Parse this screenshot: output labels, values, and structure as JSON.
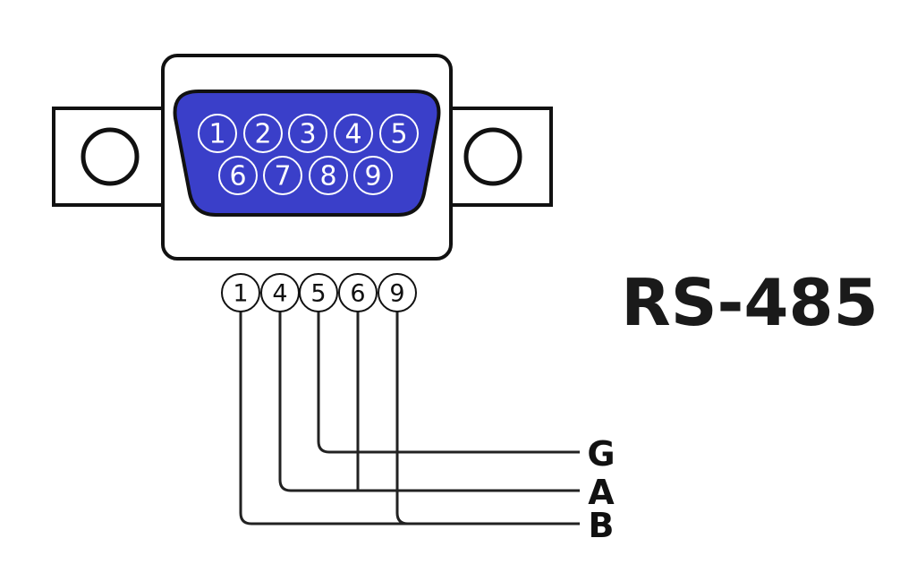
{
  "title": "RS-485",
  "connector": {
    "top_row_pins": [
      "1",
      "2",
      "3",
      "4",
      "5"
    ],
    "bottom_row_pins": [
      "6",
      "7",
      "8",
      "9"
    ],
    "body_color": "#3A3FC9"
  },
  "wired_pins": [
    "1",
    "4",
    "5",
    "6",
    "9"
  ],
  "signals": [
    {
      "label": "G",
      "pins": [
        "5"
      ]
    },
    {
      "label": "A",
      "pins": [
        "4",
        "6"
      ]
    },
    {
      "label": "B",
      "pins": [
        "1",
        "9"
      ]
    }
  ]
}
